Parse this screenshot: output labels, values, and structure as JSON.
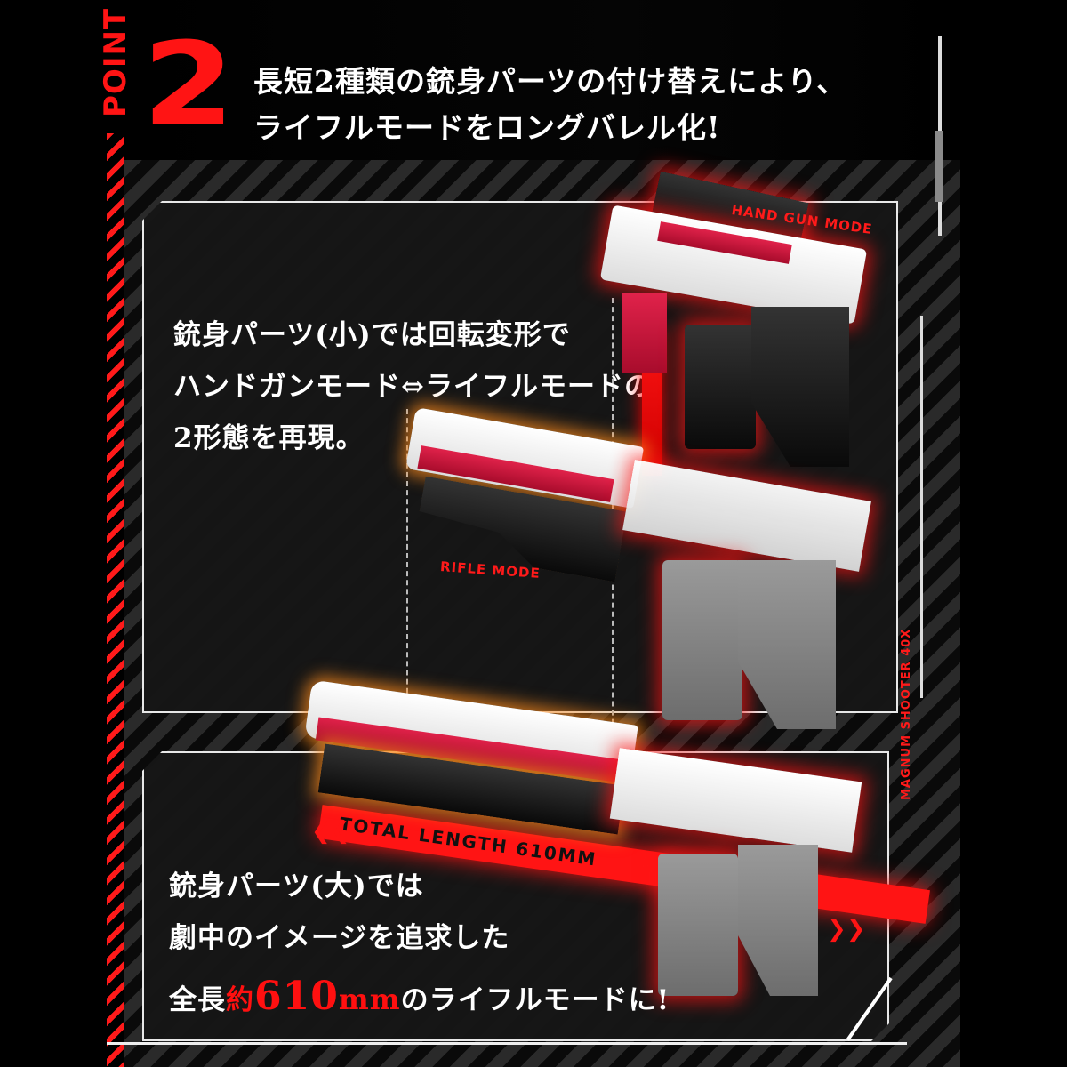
{
  "header": {
    "point_label": "POINT",
    "point_number": "2",
    "headline_lines": [
      "長短2種類の銃身パーツの付け替えにより、",
      "ライフルモードをロングバレル化!"
    ]
  },
  "panel1": {
    "text_lines": [
      "銃身パーツ(小)では回転変形で",
      "ハンドガンモード⇔ライフルモードの",
      "2形態を再現。"
    ],
    "handgun_label": "HAND GUN MODE",
    "rifle_label": "RIFLE MODE"
  },
  "panel2": {
    "length_banner": "TOTAL LENGTH 610MM",
    "text_lines": [
      "銃身パーツ(大)では",
      "劇中のイメージを追求した"
    ],
    "final_line": {
      "prefix": "全長",
      "approx": "約",
      "value": "610",
      "unit": "mm",
      "suffix": "のライフルモードに!"
    }
  },
  "side_label": "MAGNUM SHOOTER 40X",
  "colors": {
    "accent_red": "#ff1414",
    "background": "#000000",
    "panel": "#161616",
    "frame": "#e8e8e8"
  }
}
